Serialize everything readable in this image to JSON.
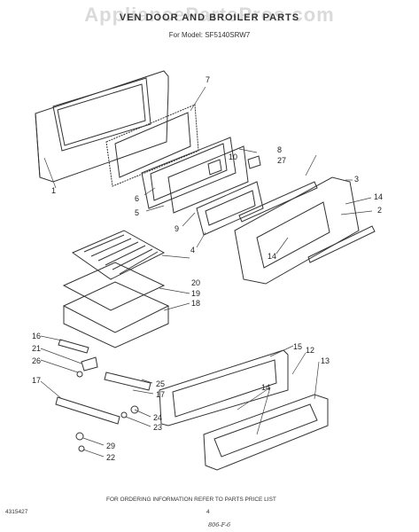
{
  "watermark": "AppliancePartsPros.com",
  "title": "VEN DOOR AND BROILER PARTS",
  "model_line": "For Model: SF5140SRW7",
  "footer": {
    "ordering_note": "FOR ORDERING INFORMATION REFER TO PARTS PRICE LIST",
    "doc_number": "4315427",
    "page_number": "4",
    "handwritten_date": "806-F-6"
  },
  "callouts": [
    "1",
    "2",
    "3",
    "4",
    "5",
    "6",
    "7",
    "8",
    "9",
    "10",
    "12",
    "13",
    "14",
    "14",
    "14",
    "15",
    "16",
    "17",
    "17",
    "18",
    "19",
    "20",
    "21",
    "22",
    "23",
    "24",
    "25",
    "26",
    "27",
    "29"
  ]
}
